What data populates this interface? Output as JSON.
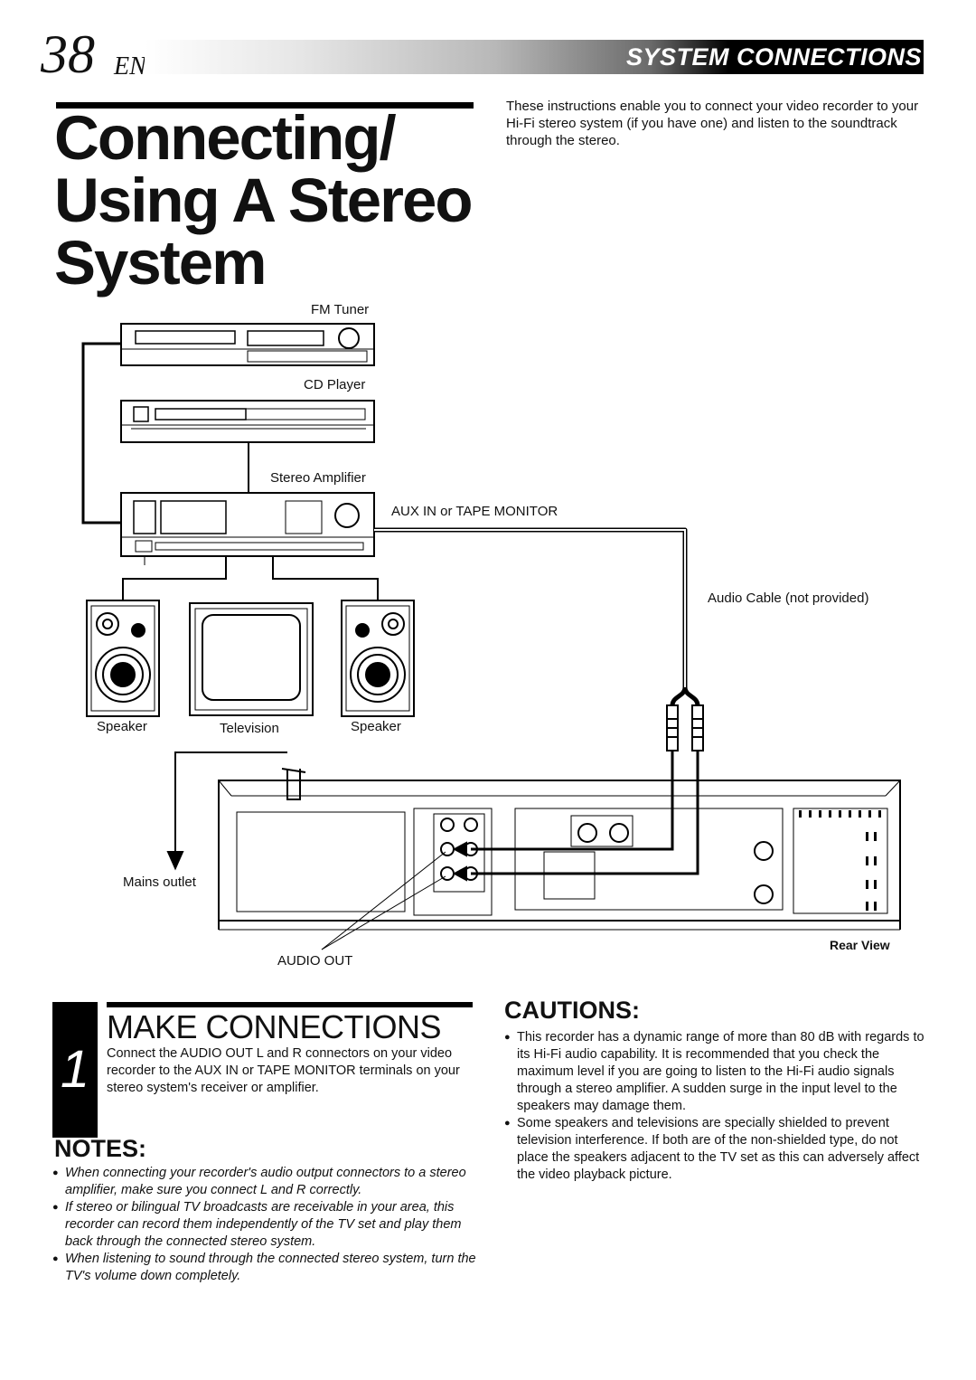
{
  "header": {
    "page_number": "38",
    "lang": "EN",
    "section_title": "SYSTEM CONNECTIONS"
  },
  "title": "Connecting/ Using A Stereo System",
  "intro": "These instructions enable you to connect your video recorder to your Hi-Fi stereo system (if you have one) and listen to the soundtrack through the stereo.",
  "diagram": {
    "fm_tuner": "FM Tuner",
    "cd_player": "CD Player",
    "stereo_amplifier": "Stereo Amplifier",
    "aux_in": "AUX IN or TAPE MONITOR",
    "audio_cable": "Audio Cable (not provided)",
    "speaker_left": "Speaker",
    "television": "Television",
    "speaker_right": "Speaker",
    "mains_outlet": "Mains outlet",
    "audio_out": "AUDIO OUT",
    "rear_view": "Rear View"
  },
  "step": {
    "number": "1",
    "heading": "MAKE CONNECTIONS",
    "text": "Connect the AUDIO OUT L and R connectors on your video recorder to the AUX IN or TAPE MONITOR terminals on your stereo system's receiver or amplifier."
  },
  "notes": {
    "heading": "NOTES:",
    "items": [
      "When connecting your recorder's audio output connectors to a stereo amplifier, make sure you connect L and R correctly.",
      "If stereo or bilingual TV broadcasts are receivable in your area, this recorder can record them independently of the TV set and play them back through the connected stereo system.",
      "When listening to sound through the connected stereo system, turn the TV's volume down completely."
    ]
  },
  "cautions": {
    "heading": "CAUTIONS:",
    "items": [
      "This recorder has a dynamic range of more than 80 dB with regards to its Hi-Fi audio capability. It is recommended that you check the maximum level if you are going to listen to the Hi-Fi audio signals through a stereo amplifier. A sudden surge in the input level to the speakers may damage them.",
      "Some speakers and televisions are specially shielded to prevent television interference. If both are of the non-shielded type, do not place the speakers adjacent to the TV set as this can adversely affect the video playback picture."
    ]
  }
}
